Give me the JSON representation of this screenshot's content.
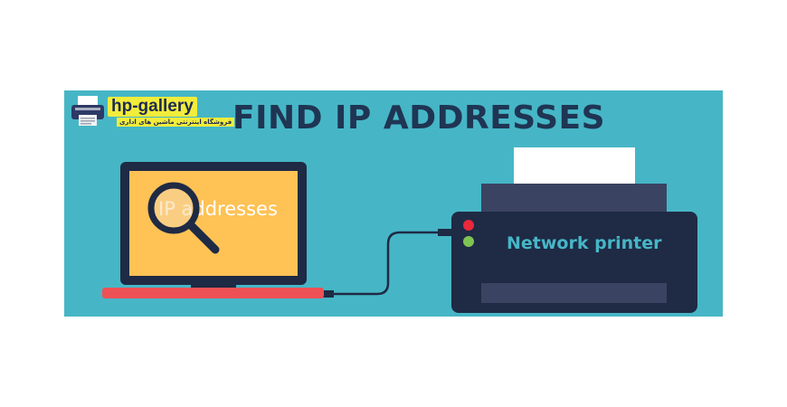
{
  "banner": {
    "title": "FIND IP ADDRESSES",
    "background_color": "#46b6c6",
    "title_color": "#1f3553"
  },
  "logo": {
    "name": "hp-gallery",
    "tagline": "فروشگاه اینترنتی ماشین های اداری",
    "icon": "printer-icon"
  },
  "laptop": {
    "screen_text": "IP addresses",
    "icon": "magnifying-glass-icon",
    "screen_color": "#fec255",
    "base_color": "#ee5155"
  },
  "printer": {
    "label": "Network printer",
    "led_colors": [
      "#e8293b",
      "#7ec453"
    ]
  }
}
